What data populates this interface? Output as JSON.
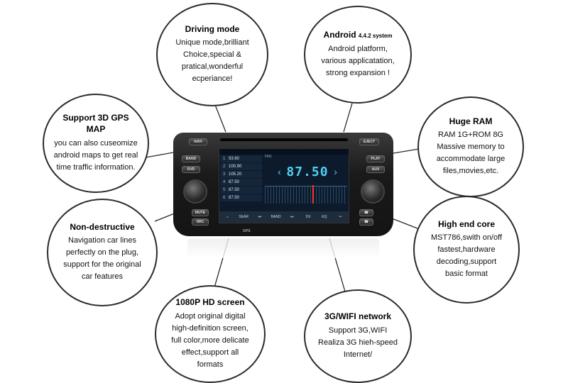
{
  "features": [
    {
      "id": "driving-mode",
      "title": "Driving mode",
      "title_small": "",
      "lines": [
        "Unique mode,brilliant",
        "Choice,special &",
        "pratical,wonderful",
        "ecperiance!"
      ]
    },
    {
      "id": "android",
      "title": "Android",
      "title_small": "4.4.2 system",
      "lines": [
        "Android platform,",
        "various applicatation,",
        "strong expansion !"
      ]
    },
    {
      "id": "gps-map",
      "title": "Support 3D GPS MAP",
      "title_small": "",
      "lines": [
        "you can also cuseomize",
        "android maps to get real",
        "time traffic information."
      ]
    },
    {
      "id": "huge-ram",
      "title": "Huge RAM",
      "title_small": "",
      "lines": [
        "RAM 1G+ROM 8G",
        "Massive memory to",
        "accommodate large",
        "files,movies,etc."
      ]
    },
    {
      "id": "non-destructive",
      "title": "Non-destructive",
      "title_small": "",
      "lines": [
        "Navigation car lines",
        "perfectly on the plug,",
        "support for  the original",
        "car  features"
      ]
    },
    {
      "id": "high-end-core",
      "title": "High end core",
      "title_small": "",
      "lines": [
        "MST786,swith on/off",
        "fastest,hardware",
        "decoding,support",
        "basic format"
      ]
    },
    {
      "id": "hd-screen",
      "title": "1080P HD screen",
      "title_small": "",
      "lines": [
        "Adopt original digital",
        "high-definition screen,",
        "full color,more delicate",
        "effect,support all",
        "formats"
      ]
    },
    {
      "id": "wifi",
      "title": "3G/WIFI network",
      "title_small": "",
      "lines": [
        "Support 3G,WIFI",
        "Realiza 3G hieh-speed",
        "Internet/"
      ]
    }
  ],
  "device": {
    "buttons_left": [
      "NAVI",
      "BAND",
      "DVD",
      "MUTE",
      "SRC"
    ],
    "buttons_right": [
      "EJECT",
      "PLAY",
      "AUX"
    ],
    "gps_label": "GPS",
    "screen": {
      "band_label": "FM1",
      "frequency": "87.50",
      "presets": [
        {
          "n": "1",
          "f": "93.60"
        },
        {
          "n": "2",
          "f": "100.90"
        },
        {
          "n": "3",
          "f": "105.20"
        },
        {
          "n": "4",
          "f": "87.50"
        },
        {
          "n": "5",
          "f": "87.50"
        },
        {
          "n": "6",
          "f": "87.50"
        }
      ],
      "nav_items": [
        "⌂",
        "SEAR",
        "⏮",
        "BAND",
        "⏭",
        "DX",
        "EQ",
        "↩"
      ]
    }
  }
}
